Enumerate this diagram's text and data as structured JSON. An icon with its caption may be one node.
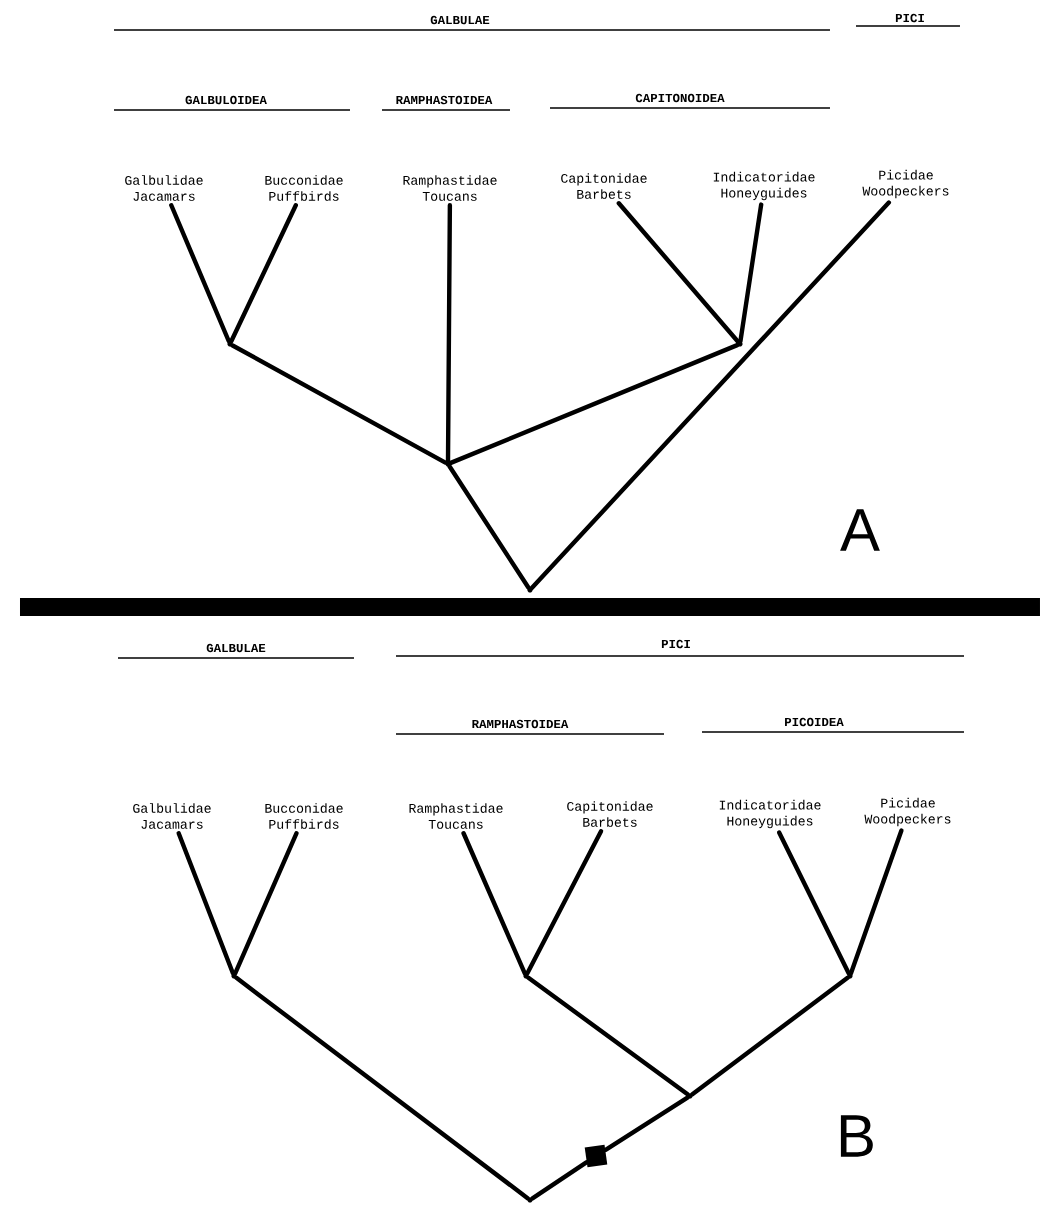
{
  "diagram": {
    "nodes": [
      {
        "text": [
          "Galbulidae Jacamars"
        ]
      },
      {
        "text": [
          "Bucconidae Puffbirds"
        ]
      },
      {
        "text": [
          "Ramphastidae Toucans"
        ]
      },
      {
        "text": [
          "Capitonidae Barbets"
        ]
      },
      {
        "text": [
          "Indicatoridae Honeyguides"
        ]
      },
      {
        "text": [
          "Picidae Woodpeckers"
        ]
      },
      {
        "text": [],
        "shape": "point"
      },
      {
        "text": [],
        "shape": "point"
      },
      {
        "text": [],
        "shape": "point"
      },
      {
        "text": [],
        "shape": "point"
      },
      {
        "text": [
          "Galbulidae Jacamars"
        ]
      },
      {
        "text": [
          "Bucconidae Puffbirds"
        ]
      },
      {
        "text": [
          "Ramphastidae Toucans"
        ]
      },
      {
        "text": [
          "Capitonidae Barbets"
        ]
      },
      {
        "text": [
          "Indicatoridae Honeyguides"
        ]
      },
      {
        "text": [
          "Picidae Woodpeckers"
        ]
      },
      {
        "text": [],
        "shape": "point"
      },
      {
        "text": [],
        "shape": "point"
      },
      {
        "text": [],
        "shape": "point"
      },
      {
        "text": [],
        "shape": "point"
      },
      {
        "text": [],
        "shape": "box"
      },
      {
        "text": [],
        "shape": "point"
      }
    ],
    "edges": [
      {
        "from": 6,
        "to": 0,
        "arrow": "none"
      },
      {
        "from": 6,
        "to": 1,
        "arrow": "none"
      },
      {
        "from": 7,
        "to": 3,
        "arrow": "none"
      },
      {
        "from": 7,
        "to": 4,
        "arrow": "none"
      },
      {
        "from": 8,
        "to": 6,
        "arrow": "none"
      },
      {
        "from": 8,
        "to": 2,
        "arrow": "none"
      },
      {
        "from": 8,
        "to": 7,
        "arrow": "none"
      },
      {
        "from": 9,
        "to": 8,
        "arrow": "none"
      },
      {
        "from": 9,
        "to": 5,
        "arrow": "none"
      },
      {
        "from": 16,
        "to": 10,
        "arrow": "none"
      },
      {
        "from": 16,
        "to": 11,
        "arrow": "none"
      },
      {
        "from": 17,
        "to": 12,
        "arrow": "none"
      },
      {
        "from": 17,
        "to": 13,
        "arrow": "none"
      },
      {
        "from": 18,
        "to": 14,
        "arrow": "none"
      },
      {
        "from": 18,
        "to": 15,
        "arrow": "none"
      },
      {
        "from": 19,
        "to": 17,
        "arrow": "none"
      },
      {
        "from": 19,
        "to": 18,
        "arrow": "none"
      },
      {
        "from": 20,
        "to": 19,
        "arrow": "none"
      },
      {
        "from": 21,
        "to": 20,
        "arrow": "none"
      },
      {
        "from": 21,
        "to": 16,
        "arrow": "none"
      }
    ],
    "labels": [
      "GALBULAE",
      "PICI",
      "GALBULOIDEA",
      "RAMPHASTOIDEA",
      "CAPITONOIDEA",
      "A",
      "GALBULAE",
      "PICI",
      "RAMPHASTOIDEA",
      "PICOIDEA",
      "B"
    ]
  }
}
